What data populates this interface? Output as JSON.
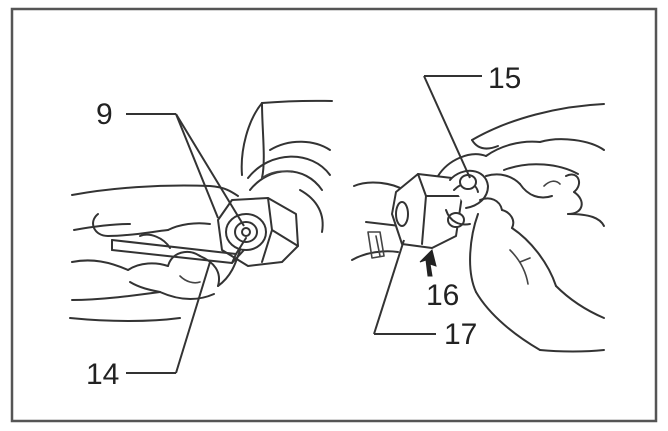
{
  "callouts": {
    "c9": "9",
    "c14": "14",
    "c15": "15",
    "c16": "16",
    "c17": "17"
  },
  "colors": {
    "frame": "#555555",
    "ink": "#333333",
    "background": "#ffffff"
  }
}
